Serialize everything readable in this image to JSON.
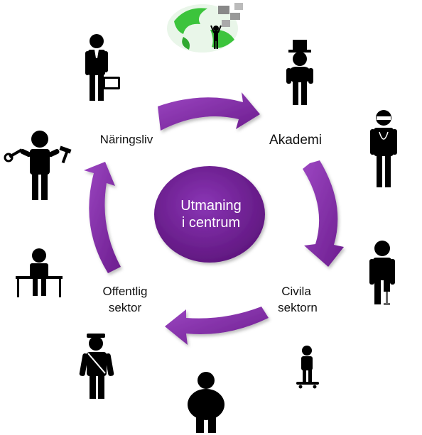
{
  "center": {
    "line1": "Utmaning",
    "line2": "i centrum"
  },
  "sectors": {
    "naringsliv": "Näringsliv",
    "akademi": "Akademi",
    "civila_line1": "Civila",
    "civila_line2": "sektorn",
    "offentlig_line1": "Offentlig",
    "offentlig_line2": "sektor"
  },
  "colors": {
    "arrow": "#8a2fae",
    "center_fill": "#6e1f92",
    "figure": "#000000",
    "globe_land": "#3cc43c"
  },
  "icons": [
    "globe-protester-icon",
    "businessman-icon",
    "top-hat-man-icon",
    "surgeon-icon",
    "prosthetic-leg-man-icon",
    "skateboarder-icon",
    "overweight-person-icon",
    "police-officer-icon",
    "desk-worker-icon",
    "tool-worker-icon"
  ]
}
